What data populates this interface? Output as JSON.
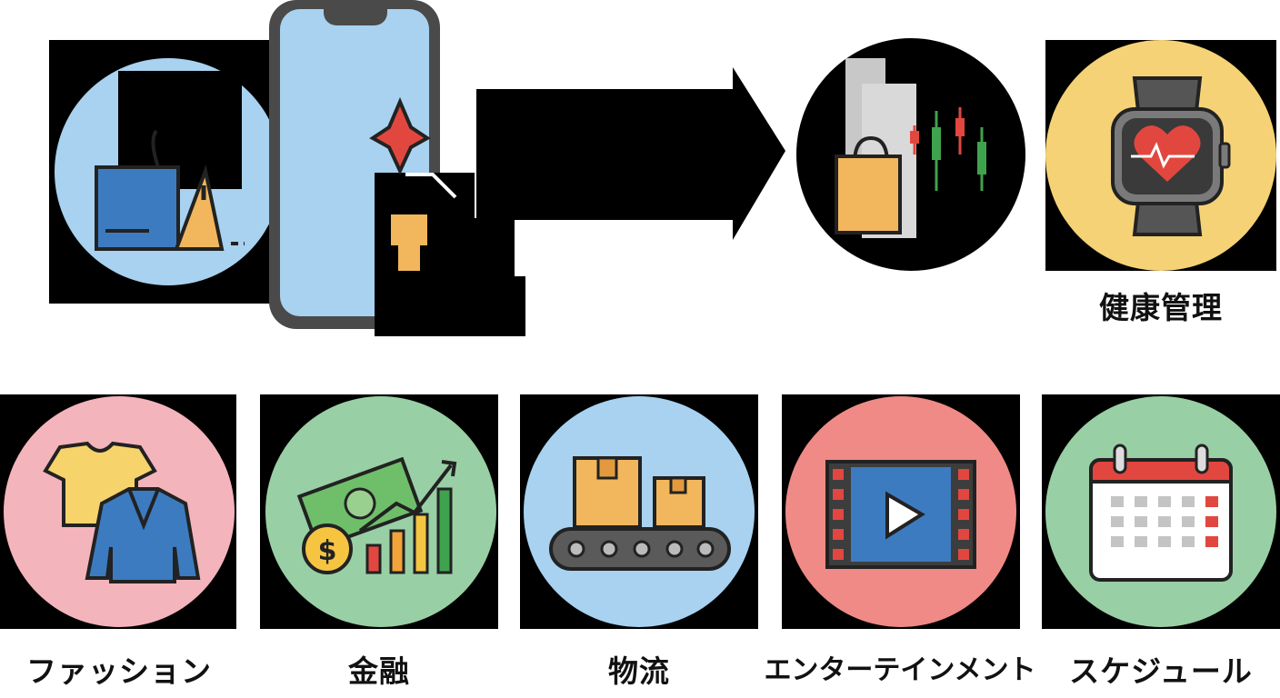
{
  "colors": {
    "light_blue": "#a8d2ef",
    "yellow": "#f5d275",
    "pink": "#f4b4bb",
    "green": "#99cfa5",
    "red": "#ef8a86",
    "black": "#000000"
  },
  "top": {
    "health_label": "健康管理"
  },
  "categories": [
    {
      "id": "fashion",
      "label": "ファッション",
      "icon": "clothing-icon"
    },
    {
      "id": "finance",
      "label": "金融",
      "icon": "money-growth-icon"
    },
    {
      "id": "logistics",
      "label": "物流",
      "icon": "conveyor-boxes-icon"
    },
    {
      "id": "entertainment",
      "label": "エンターテインメント",
      "icon": "video-play-icon"
    },
    {
      "id": "schedule",
      "label": "スケジュール",
      "icon": "calendar-icon"
    }
  ]
}
